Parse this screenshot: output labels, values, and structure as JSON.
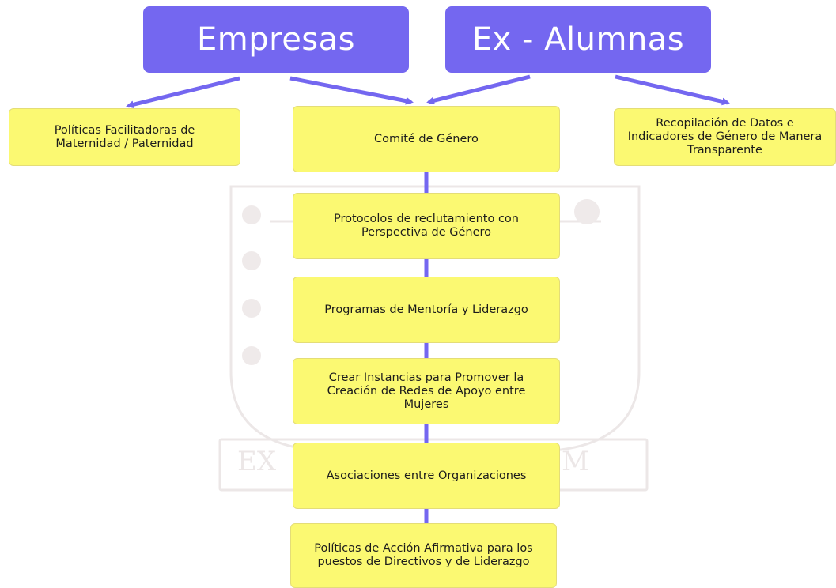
{
  "colors": {
    "header_fill": "#7467f0",
    "header_text": "#ffffff",
    "node_fill": "#fbf972",
    "node_border": "#e4dd77",
    "connector": "#7467f0",
    "watermark": "#ece7e7"
  },
  "headers": {
    "empresas": "Empresas",
    "ex_alumnas": "Ex - Alumnas"
  },
  "side_nodes": {
    "left": "Políticas Facilitadoras de Maternidad / Paternidad",
    "right": "Recopilación de Datos e Indicadores de Género de Manera Transparente"
  },
  "chain": [
    "Comité de Género",
    "Protocolos de reclutamiento con Perspectiva de Género",
    "Programas de Mentoría y Liderazgo",
    "Crear Instancias para Promover la Creación de Redes de Apoyo entre Mujeres",
    "Asociaciones entre Organizaciones",
    "Políticas de Acción Afirmativa para los puestos de Directivos y de  Liderazgo"
  ],
  "watermark": {
    "left_word": "EX",
    "right_word": "M"
  }
}
